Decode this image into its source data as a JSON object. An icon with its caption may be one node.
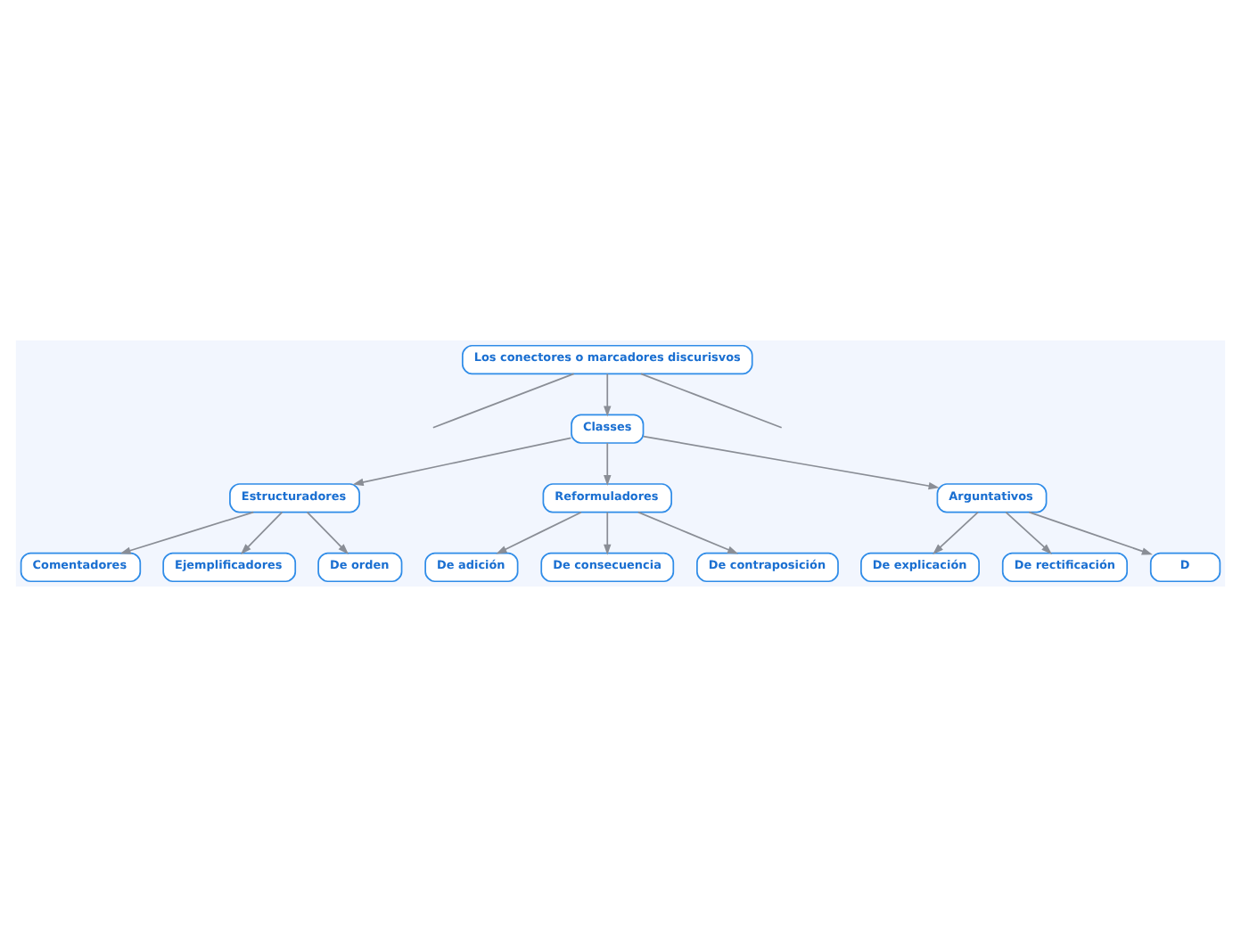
{
  "diagram": {
    "nodes": [
      {
        "text": [
          "Los conectores o marcadores discurisvos"
        ]
      },
      {
        "text": [
          "Classes"
        ]
      },
      {
        "text": [
          "Estructuradores"
        ]
      },
      {
        "text": [
          "Reformuladores"
        ]
      },
      {
        "text": [
          "Arguntativos"
        ]
      },
      {
        "text": [
          "Comentadores"
        ]
      },
      {
        "text": [
          "Ejemplificadores"
        ]
      },
      {
        "text": [
          "De orden"
        ]
      },
      {
        "text": [
          "De adición"
        ]
      },
      {
        "text": [
          "De consecuencia"
        ]
      },
      {
        "text": [
          "De contraposición"
        ]
      },
      {
        "text": [
          "De explicación"
        ]
      },
      {
        "text": [
          "De rectificación"
        ]
      },
      {
        "text": [
          "D"
        ]
      }
    ],
    "edges": [
      {
        "from": 0,
        "to": null,
        "arrow": "none"
      },
      {
        "from": 0,
        "to": 1,
        "arrow": "to"
      },
      {
        "from": 0,
        "to": null,
        "arrow": "none"
      },
      {
        "from": 1,
        "to": 2,
        "arrow": "to"
      },
      {
        "from": 1,
        "to": 3,
        "arrow": "to"
      },
      {
        "from": 1,
        "to": 4,
        "arrow": "to"
      },
      {
        "from": 2,
        "to": 5,
        "arrow": "to"
      },
      {
        "from": 2,
        "to": 6,
        "arrow": "to"
      },
      {
        "from": 2,
        "to": 7,
        "arrow": "to"
      },
      {
        "from": 3,
        "to": 8,
        "arrow": "to"
      },
      {
        "from": 3,
        "to": 9,
        "arrow": "to"
      },
      {
        "from": 3,
        "to": 10,
        "arrow": "to"
      },
      {
        "from": 4,
        "to": 11,
        "arrow": "to"
      },
      {
        "from": 4,
        "to": 12,
        "arrow": "to"
      },
      {
        "from": 4,
        "to": 13,
        "arrow": "to"
      }
    ]
  }
}
